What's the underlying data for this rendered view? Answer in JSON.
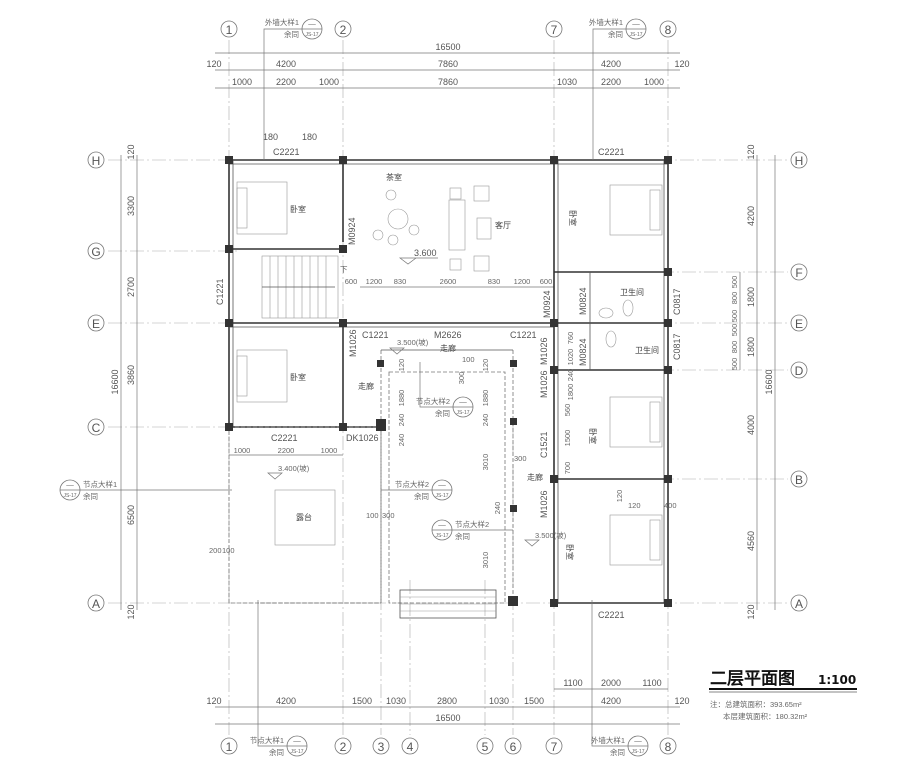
{
  "axes": {
    "cols": [
      "1",
      "2",
      "3",
      "4",
      "5",
      "6",
      "7",
      "8"
    ],
    "rows": [
      "H",
      "G",
      "F",
      "E",
      "D",
      "C",
      "B",
      "A"
    ]
  },
  "dims_top": {
    "total": "16500",
    "row2": [
      "120",
      "4200",
      "7860",
      "4200",
      "120"
    ],
    "row3": [
      "1000",
      "2200",
      "1000",
      "7860",
      "1030",
      "2200",
      "1000"
    ],
    "small": [
      "180",
      "180"
    ]
  },
  "dims_bottom": {
    "row1": [
      "1100",
      "2000",
      "1100"
    ],
    "row2": [
      "120",
      "4200",
      "1500",
      "1030",
      "2800",
      "1030",
      "1500",
      "4200",
      "120"
    ],
    "total": "16500"
  },
  "dims_left": {
    "total": "16600",
    "parts": [
      "120",
      "3300",
      "2700",
      "3860",
      "6500",
      "120"
    ]
  },
  "dims_right": {
    "total": "16600",
    "parts": [
      "120",
      "4200",
      "1800",
      "1800",
      "4000",
      "4560",
      "120"
    ],
    "small": [
      "500",
      "800",
      "500",
      "500",
      "800",
      "500"
    ]
  },
  "dims_interior": {
    "living_row": [
      "600",
      "1200",
      "830",
      "2600",
      "830",
      "1200",
      "600"
    ],
    "terrace_row": [
      "1000",
      "2200",
      "1000"
    ],
    "atrium": [
      "100",
      "120",
      "120",
      "1880",
      "240",
      "240",
      "300",
      "1880",
      "240",
      "3010",
      "300",
      "3010",
      "240",
      "100",
      "300",
      "200",
      "100"
    ],
    "right": [
      "560",
      "1500",
      "700",
      "120",
      "120",
      "400",
      "760",
      "1020",
      "240",
      "1800"
    ]
  },
  "rooms": {
    "bedroom": "卧室",
    "living": "客厅",
    "tea": "茶室",
    "bath": "卫生间",
    "corridor": "走廊",
    "terrace": "露台"
  },
  "openings": {
    "c2221": "C2221",
    "c1221": "C1221",
    "m0924": "M0924",
    "m0824": "M0824",
    "c0817": "C0817",
    "m2626": "M2626",
    "m1026": "M1026",
    "dk1026": "DK1026",
    "c1521": "C1521"
  },
  "elevations": {
    "floor": "3.600",
    "slope_a": "3.500(坡)",
    "slope_b": "3.500(坡)",
    "terrace": "3.400(坡)",
    "stair_down": "下"
  },
  "callouts": {
    "wall_detail": "外墙大样1",
    "node_detail_1": "节点大样1",
    "node_detail_2": "节点大样2",
    "same": "余同",
    "index_top": "—",
    "sheet": "JS-17"
  },
  "title": {
    "name": "二层平面图",
    "scale": "1:100"
  },
  "notes": {
    "total_area": "注：总建筑面积：393.65m²",
    "floor_area": "本层建筑面积：180.32m²"
  }
}
